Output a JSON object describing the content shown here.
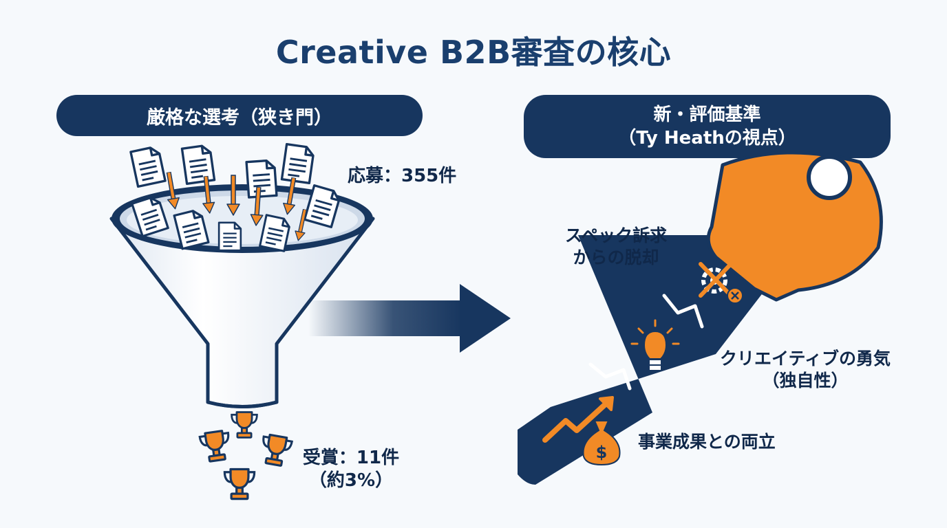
{
  "title": "Creative B2B審査の核心",
  "left_header": "厳格な選考（狭き門）",
  "right_header": {
    "line1": "新・評価基準",
    "line2": "（Ty Heathの視点）"
  },
  "applications": "応募：355件",
  "awards": {
    "line1": "受賞：11件",
    "line2": "（約3%）"
  },
  "criteria": [
    {
      "line1": "スペック訴求",
      "line2": "からの脱却",
      "icon": "gear-cross-icon"
    },
    {
      "line1": "クリエイティブの勇気",
      "line2": "（独自性）",
      "icon": "lightbulb-icon"
    },
    {
      "line1": "事業成果との両立",
      "icon": "growth-money-icon"
    }
  ],
  "icons": [
    "document-icon",
    "funnel-icon",
    "trophy-icon",
    "arrow-right-icon",
    "key-icon",
    "dollar-icon"
  ],
  "colors": {
    "navy": "#17365f",
    "orange": "#f28a26",
    "background": "#f6f9fc"
  }
}
